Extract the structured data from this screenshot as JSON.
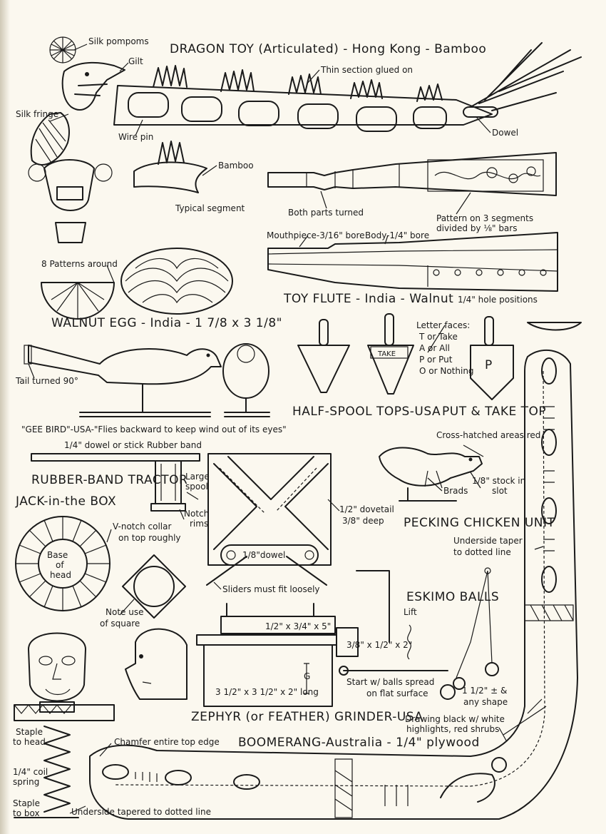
{
  "dragon": {
    "title": "DRAGON TOY (Articulated) - Hong Kong - Bamboo",
    "silk_pompoms": "Silk pompoms",
    "gilt": "Gilt",
    "thin_section": "Thin section glued on",
    "silk_fringe": "Silk fringe",
    "wire_pin": "Wire pin",
    "dowel": "Dowel",
    "bamboo": "Bamboo",
    "typical_segment": "Typical segment"
  },
  "flute": {
    "both_parts": "Both parts turned",
    "pattern_note_1": "Pattern on 3 segments",
    "pattern_note_2": "divided by ⅛\" bars",
    "mouthpiece": "Mouthpiece-3/16\" bore",
    "body": "Body-1/4\" bore",
    "title": "TOY FLUTE - India - Walnut",
    "hole_positions": "1/4\" hole positions"
  },
  "egg": {
    "patterns_around": "8 Patterns around",
    "title": "WALNUT EGG - India - 1 7/8 x 3 1/8\""
  },
  "geebird": {
    "tail": "Tail turned 90°",
    "title": "\"GEE BIRD\"-USA-\"Flies backward to keep wind out of its eyes\""
  },
  "tops": {
    "take": "TAKE",
    "letter_faces": [
      "Letter faces:",
      "T or Take",
      "A or All",
      "P or Put",
      "O or Nothing"
    ],
    "p_face": "P",
    "half_spool": "HALF-SPOOL TOPS-USA",
    "put_take": "PUT & TAKE TOP"
  },
  "tractor": {
    "dowel_or_stick": "1/4\" dowel or stick",
    "rubber_band": "Rubber band",
    "title": "RUBBER-BAND TRACTOR",
    "large_spool": [
      "Large",
      "spool"
    ],
    "notch_rims": [
      "Notch",
      "rims"
    ]
  },
  "jack": {
    "title": "JACK-in-the BOX",
    "vnotch": [
      "V-notch collar",
      "on top roughly"
    ],
    "base_of_head": [
      "Base",
      "of",
      "head"
    ],
    "note_use": [
      "Note use",
      "of square"
    ],
    "staple_head": [
      "Staple",
      "to head"
    ],
    "coil_spring": [
      "1/4\" coil",
      "spring"
    ],
    "staple_box": [
      "Staple",
      "to box"
    ]
  },
  "grinder": {
    "dovetail": [
      "1/2\" dovetail",
      "3/8\" deep"
    ],
    "dowel": "1/8\"dowel",
    "sliders": "Sliders must fit loosely",
    "board": "1/2\" x 3/4\" x 5\"",
    "block_small": "3/8\" x 1/2\" x 2\"",
    "base": "3 1/2\" x 3 1/2\" x 2\" long",
    "g_mark": "G",
    "title": "ZEPHYR (or FEATHER) GRINDER-USA"
  },
  "chicken": {
    "cross_hatched": "Cross-hatched areas red",
    "stock": [
      "1/8\" stock in",
      "slot"
    ],
    "brads": "Brads",
    "title": "PECKING CHICKEN UNIT"
  },
  "eskimo": {
    "title": "ESKIMO BALLS",
    "lift": "Lift",
    "start": [
      "Start w/ balls spread",
      "on flat surface"
    ],
    "size": [
      "1 1/2\" ± &",
      "any shape"
    ]
  },
  "boomerang": {
    "underside_taper": [
      "Underside taper",
      "to dotted line"
    ],
    "drawing_note": [
      "Drawing black w/ white",
      "highlights, red shrubs"
    ],
    "chamfer": "Chamfer entire top edge",
    "title": "BOOMERANG-Australia - 1/4\" plywood",
    "underside_bottom": "Underside tapered to dotted line"
  }
}
